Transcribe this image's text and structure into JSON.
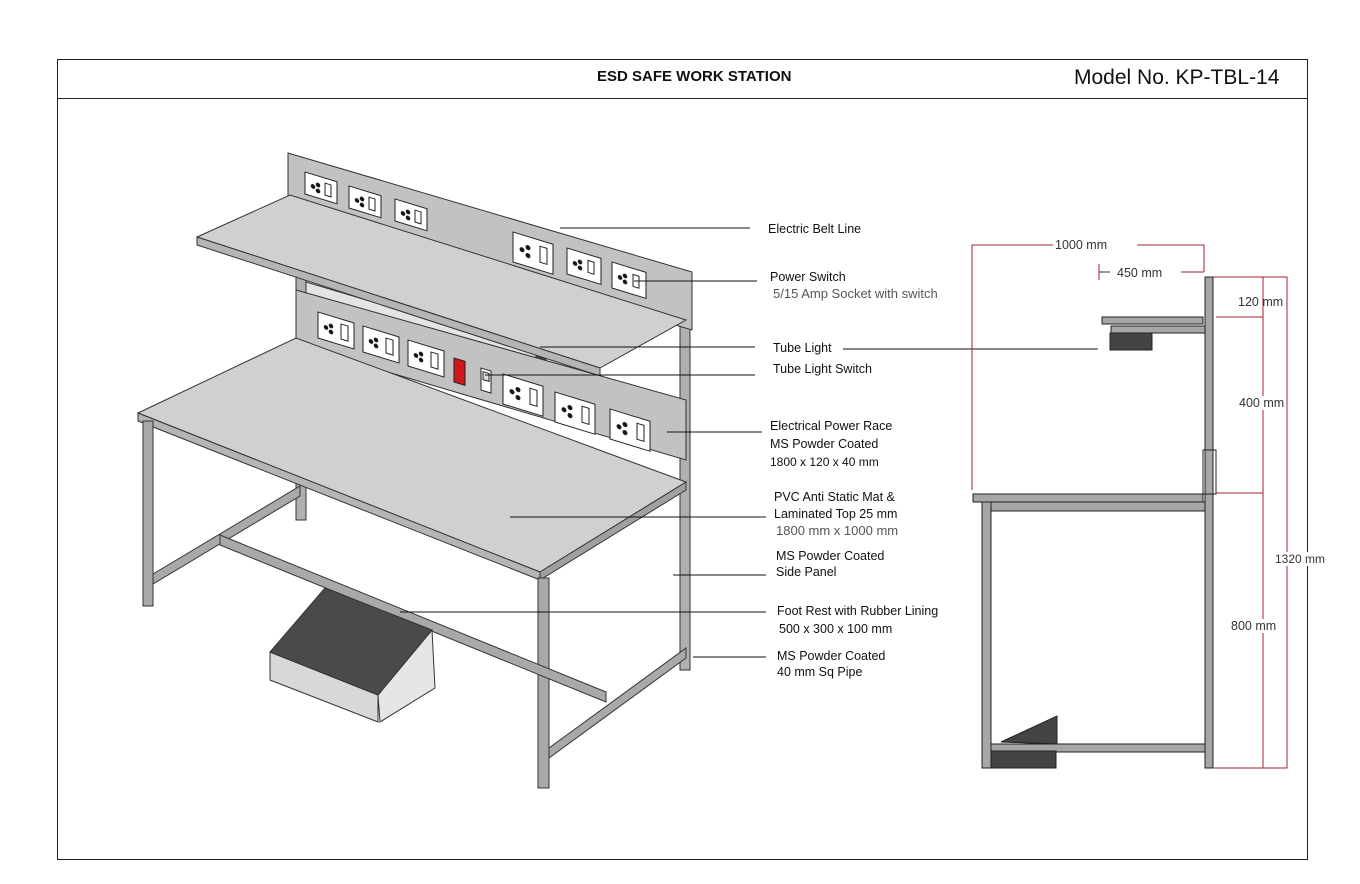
{
  "header": {
    "title": "ESD SAFE WORK STATION",
    "model": "Model No. KP-TBL-14"
  },
  "labels": {
    "electric_belt_line": "Electric Belt Line",
    "power_switch": "Power Switch",
    "socket_with_switch": "5/15 Amp Socket with switch",
    "tube_light": "Tube Light",
    "tube_light_switch": "Tube Light Switch",
    "power_race_1": "Electrical Power Race",
    "power_race_2": "MS Powder Coated",
    "power_race_3": "1800 x 120 x 40 mm",
    "top_1": "PVC Anti Static Mat &",
    "top_2": "Laminated Top  25 mm",
    "top_3": "1800 mm x 1000 mm",
    "side_panel_1": "MS Powder Coated",
    "side_panel_2": "Side Panel",
    "foot_rest_1": "Foot Rest with Rubber Lining",
    "foot_rest_2": "500 x 300 x 100 mm",
    "pipe_1": "MS Powder Coated",
    "pipe_2": "40 mm Sq Pipe"
  },
  "dimensions": {
    "depth": "1000 mm",
    "shelf_depth": "450 mm",
    "panel_top": "120 mm",
    "shelf_height": "400 mm",
    "total_height": "1320 mm",
    "table_height": "800 mm"
  },
  "colors": {
    "frame": "#a6a6a6",
    "dark": "#444444",
    "dim_line": "#a0262b",
    "socket_red": "#d01818"
  }
}
